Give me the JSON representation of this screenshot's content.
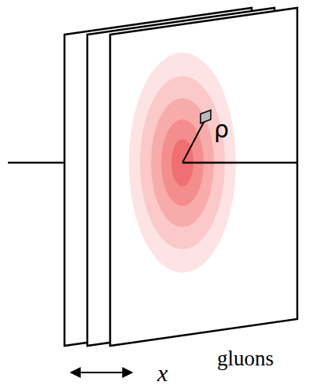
{
  "diagram": {
    "labels": [
      "ρ",
      "gluons",
      "x"
    ]
  }
}
